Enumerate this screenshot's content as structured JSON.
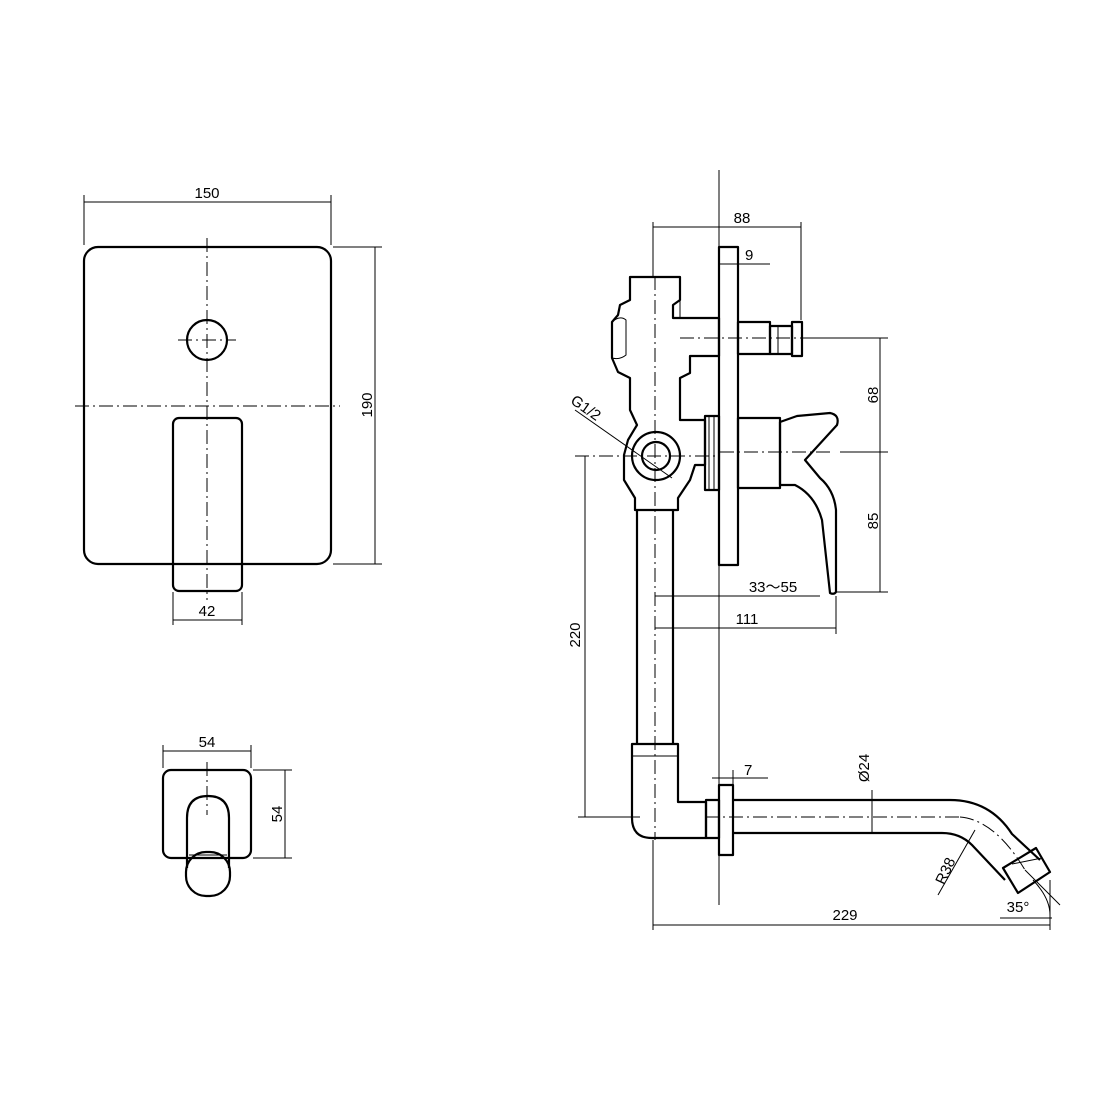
{
  "dimensions": {
    "plate_width": "150",
    "plate_height": "190",
    "handle_width": "42",
    "spout_cover_width": "54",
    "spout_cover_height": "54",
    "depth_total": "88",
    "plate_thickness": "9",
    "outlet_offset": "68",
    "handle_drop": "85",
    "wall_range": "33～55",
    "handle_projection": "111",
    "vertical_pipe": "220",
    "spout_plate": "7",
    "spout_diameter": "Ø24",
    "bend_radius": "R38",
    "spout_angle": "35°",
    "spout_reach": "229",
    "thread": "G1/2"
  }
}
